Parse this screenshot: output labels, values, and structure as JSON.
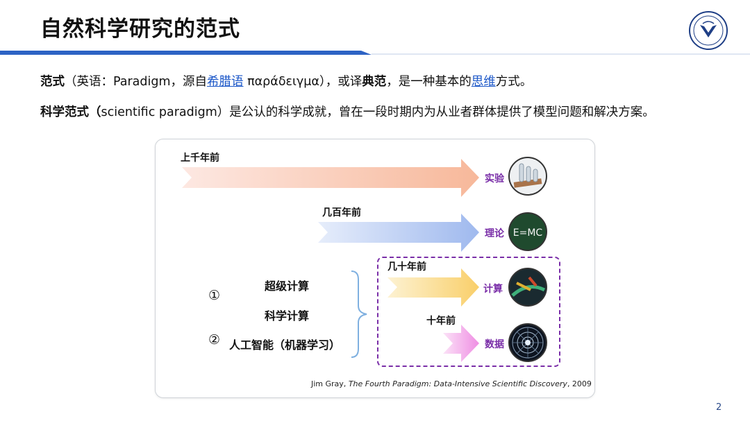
{
  "slide": {
    "title": "自然科学研究的范式",
    "page_number": "2",
    "accent_color": "#2d63c4"
  },
  "text": {
    "line1": {
      "term": "范式",
      "part1": "（英语：Paradigm，源自",
      "link1": "希腊语",
      "part2": " παράδειγμα），或译",
      "bold2": "典范",
      "part3": "，是一种基本的",
      "link2": "思维",
      "part4": "方式。"
    },
    "line2": {
      "term": "科学范式（",
      "rest": "scientific paradigm）是公认的科学成就，曾在一段时期内为从业者群体提供了模型问题和解决方案。"
    }
  },
  "diagram": {
    "eras": [
      {
        "time": "上千年前",
        "paradigm": "实验",
        "icon": "lab-equipment-icon"
      },
      {
        "time": "几百年前",
        "paradigm": "理论",
        "icon": "chalkboard-emc-icon",
        "icon_text": "E=MC"
      },
      {
        "time": "几十年前",
        "paradigm": "计算",
        "icon": "simulation-icon"
      },
      {
        "time": "十年前",
        "paradigm": "数据",
        "icon": "data-sphere-icon"
      }
    ],
    "tech": [
      {
        "marker": "",
        "label": "超级计算"
      },
      {
        "marker": "①",
        "label": "科学计算"
      },
      {
        "marker": "②",
        "label": "人工智能（机器学习）"
      }
    ],
    "citation": {
      "author": "Jim Gray, ",
      "work": "The Fourth Paradigm: Data-Intensive Scientific Discovery",
      "year": ", 2009"
    }
  }
}
